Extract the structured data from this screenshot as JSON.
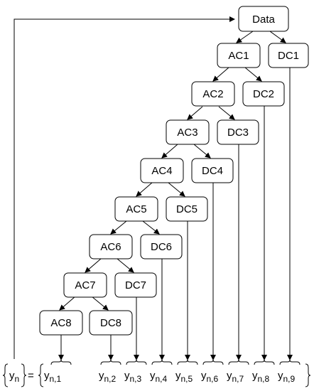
{
  "nodes": {
    "data": "Data",
    "ac1": "AC1",
    "dc1": "DC1",
    "ac2": "AC2",
    "dc2": "DC2",
    "ac3": "AC3",
    "dc3": "DC3",
    "ac4": "AC4",
    "dc4": "DC4",
    "ac5": "AC5",
    "dc5": "DC5",
    "ac6": "AC6",
    "dc6": "DC6",
    "ac7": "AC7",
    "dc7": "DC7",
    "ac8": "AC8",
    "dc8": "DC8"
  },
  "outputs": {
    "yn_base": "y",
    "yn_sub": "n",
    "equals": "=",
    "items": [
      {
        "base": "y",
        "sub": "n,1"
      },
      {
        "base": "y",
        "sub": "n,2"
      },
      {
        "base": "y",
        "sub": "n,3"
      },
      {
        "base": "y",
        "sub": "n,4"
      },
      {
        "base": "y",
        "sub": "n,5"
      },
      {
        "base": "y",
        "sub": "n,6"
      },
      {
        "base": "y",
        "sub": "n,7"
      },
      {
        "base": "y",
        "sub": "n,8"
      },
      {
        "base": "y",
        "sub": "n,9"
      }
    ]
  }
}
